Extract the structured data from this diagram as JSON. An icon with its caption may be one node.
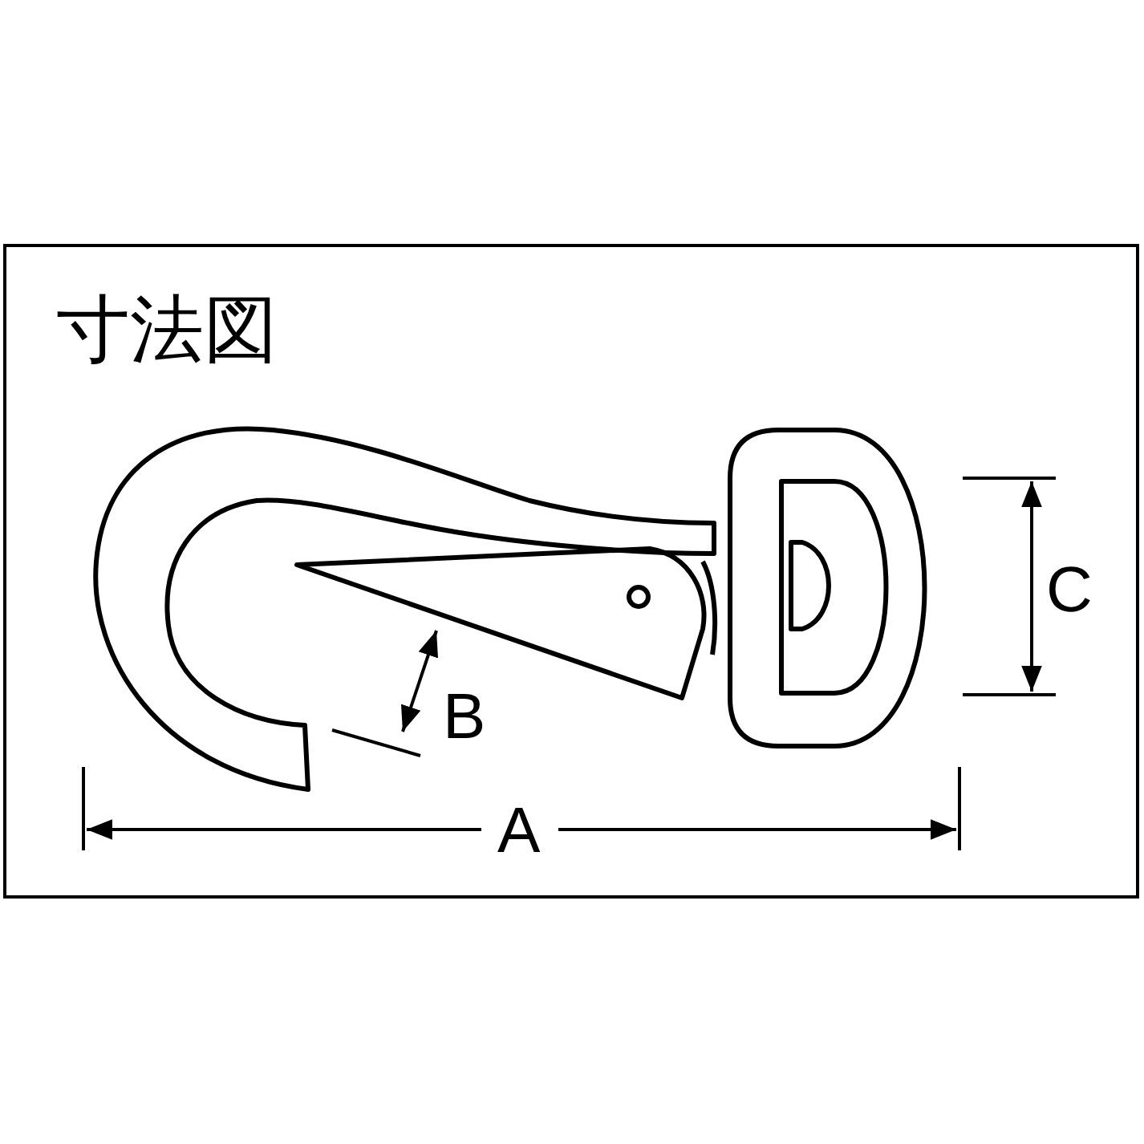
{
  "diagram": {
    "title": "寸法図",
    "labels": [
      "C",
      "B",
      "A"
    ]
  }
}
